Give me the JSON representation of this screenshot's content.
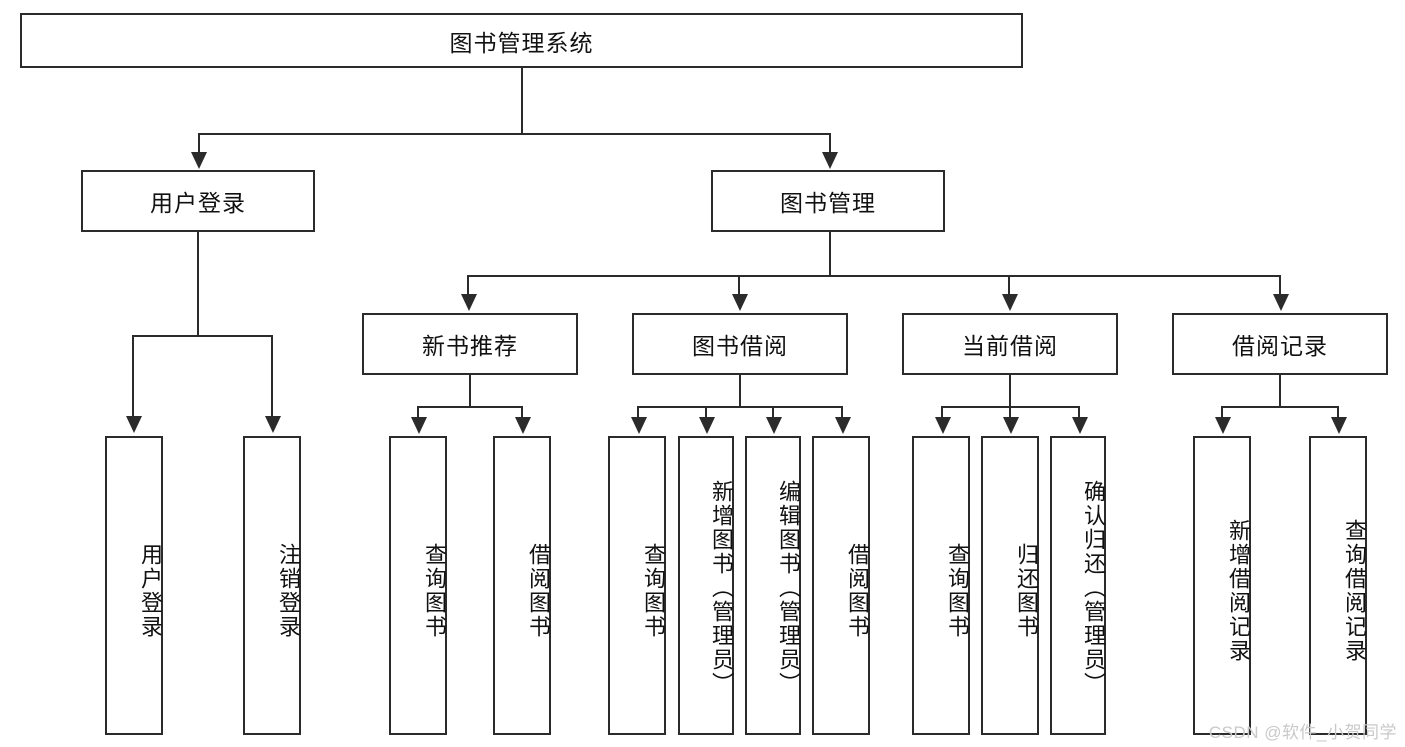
{
  "diagram": {
    "title_node": {
      "label": "图书管理系统"
    },
    "level2": [
      {
        "label": "用户登录"
      },
      {
        "label": "图书管理"
      }
    ],
    "level3": [
      {
        "label": "新书推荐"
      },
      {
        "label": "图书借阅"
      },
      {
        "label": "当前借阅"
      },
      {
        "label": "借阅记录"
      }
    ],
    "leaves": {
      "user_login": [
        {
          "label": "用户登录"
        },
        {
          "label": "注销登录"
        }
      ],
      "new_book_recommend": [
        {
          "label": "查询图书"
        },
        {
          "label": "借阅图书"
        }
      ],
      "book_borrow": [
        {
          "label": "查询图书"
        },
        {
          "label": "新增图书（管理员）"
        },
        {
          "label": "编辑图书（管理员）"
        },
        {
          "label": "借阅图书"
        }
      ],
      "current_borrow": [
        {
          "label": "查询图书"
        },
        {
          "label": "归还图书"
        },
        {
          "label": "确认归还（管理员）"
        }
      ],
      "borrow_record": [
        {
          "label": "新增借阅记录"
        },
        {
          "label": "查询借阅记录"
        }
      ]
    }
  },
  "watermark": {
    "text": "CSDN @软件_小贺同学"
  },
  "colors": {
    "stroke": "#2b2b2b",
    "fill": "#ffffff",
    "text": "#111111",
    "watermark": "#c9c9c9"
  }
}
